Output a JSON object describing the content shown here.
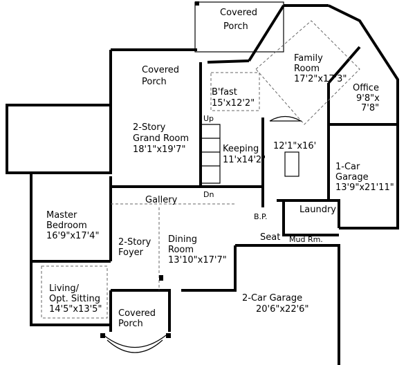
{
  "rooms": {
    "covered_porch_top": {
      "line1": "Covered",
      "line2": "Porch"
    },
    "family_room": {
      "line1": "Family",
      "line2": "Room",
      "dims": "17'2\"x17'3\""
    },
    "covered_porch_left": {
      "line1": "Covered",
      "line2": "Porch"
    },
    "bfast": {
      "line1": "B'fast",
      "dims": "15'x12'2\""
    },
    "office": {
      "line1": "Office",
      "line2": "9'8\"x",
      "line3": "7'8\""
    },
    "grand_room": {
      "line1": "2-Story",
      "line2": "Grand Room",
      "dims": "18'1\"x19'7\""
    },
    "stairs_up": "Up",
    "stairs_down": "Dn",
    "keeping": {
      "line1": "Keeping",
      "dims": "11'x14'2\""
    },
    "kitchen": {
      "dims": "12'1\"x16'"
    },
    "one_car_garage": {
      "line1": "1-Car",
      "line2": "Garage",
      "dims": "13'9\"x21'11\""
    },
    "gallery": "Gallery",
    "master_bedroom": {
      "line1": "Master",
      "line2": "Bedroom",
      "dims": "16'9\"x17'4\""
    },
    "laundry": "Laundry",
    "bp": "B.P.",
    "seat": "Seat",
    "mud_room": "Mud Rm.",
    "foyer": {
      "line1": "2-Story",
      "line2": "Foyer"
    },
    "dining_room": {
      "line1": "Dining",
      "line2": "Room",
      "dims": "13'10\"x17'7\""
    },
    "living": {
      "line1": "Living/",
      "line2": "Opt. Sitting",
      "dims": "14'5\"x13'5\""
    },
    "covered_porch_bottom": {
      "line1": "Covered",
      "line2": "Porch"
    },
    "two_car_garage": {
      "line1": "2-Car Garage",
      "dims": "20'6\"x22'6\""
    }
  }
}
